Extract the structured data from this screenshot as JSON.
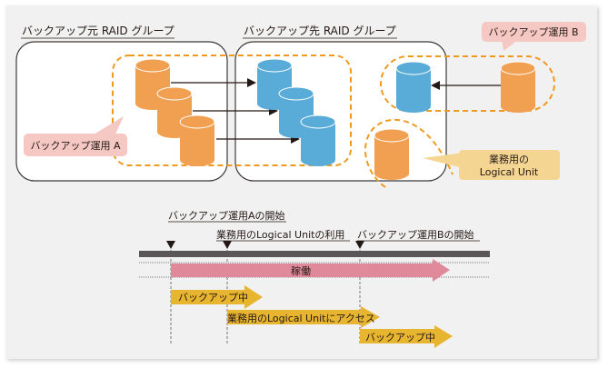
{
  "colors": {
    "panel_bg": "#f1f1f1",
    "raid_box_stroke": "#3e3a39",
    "orange_disk": "#f0a050",
    "blue_disk": "#5aacd8",
    "dashed_group": "#ee9a1e",
    "callout_pink": "#f6c8c3",
    "callout_yellow": "#f5d592",
    "timeline_bar": "#595757",
    "operation_arrow": "#e0899b",
    "backup_arrow": "#e8b530"
  },
  "diagram": {
    "source_group_label": "バックアップ元 RAID グループ",
    "target_group_label": "バックアップ先 RAID グループ",
    "callout_a": "バックアップ運用 A",
    "callout_b": "バックアップ運用 B",
    "callout_lu_line1": "業務用の",
    "callout_lu_line2": "Logical Unit"
  },
  "timeline": {
    "event_a_start": "バックアップ運用Aの開始",
    "event_lu_use": "業務用のLogical Unitの利用",
    "event_b_start": "バックアップ運用Bの開始",
    "operation_label": "稼働",
    "backup_a_label": "バックアップ中",
    "lu_access_label": "業務用のLogical Unitにアクセス",
    "backup_b_label": "バックアップ中"
  }
}
